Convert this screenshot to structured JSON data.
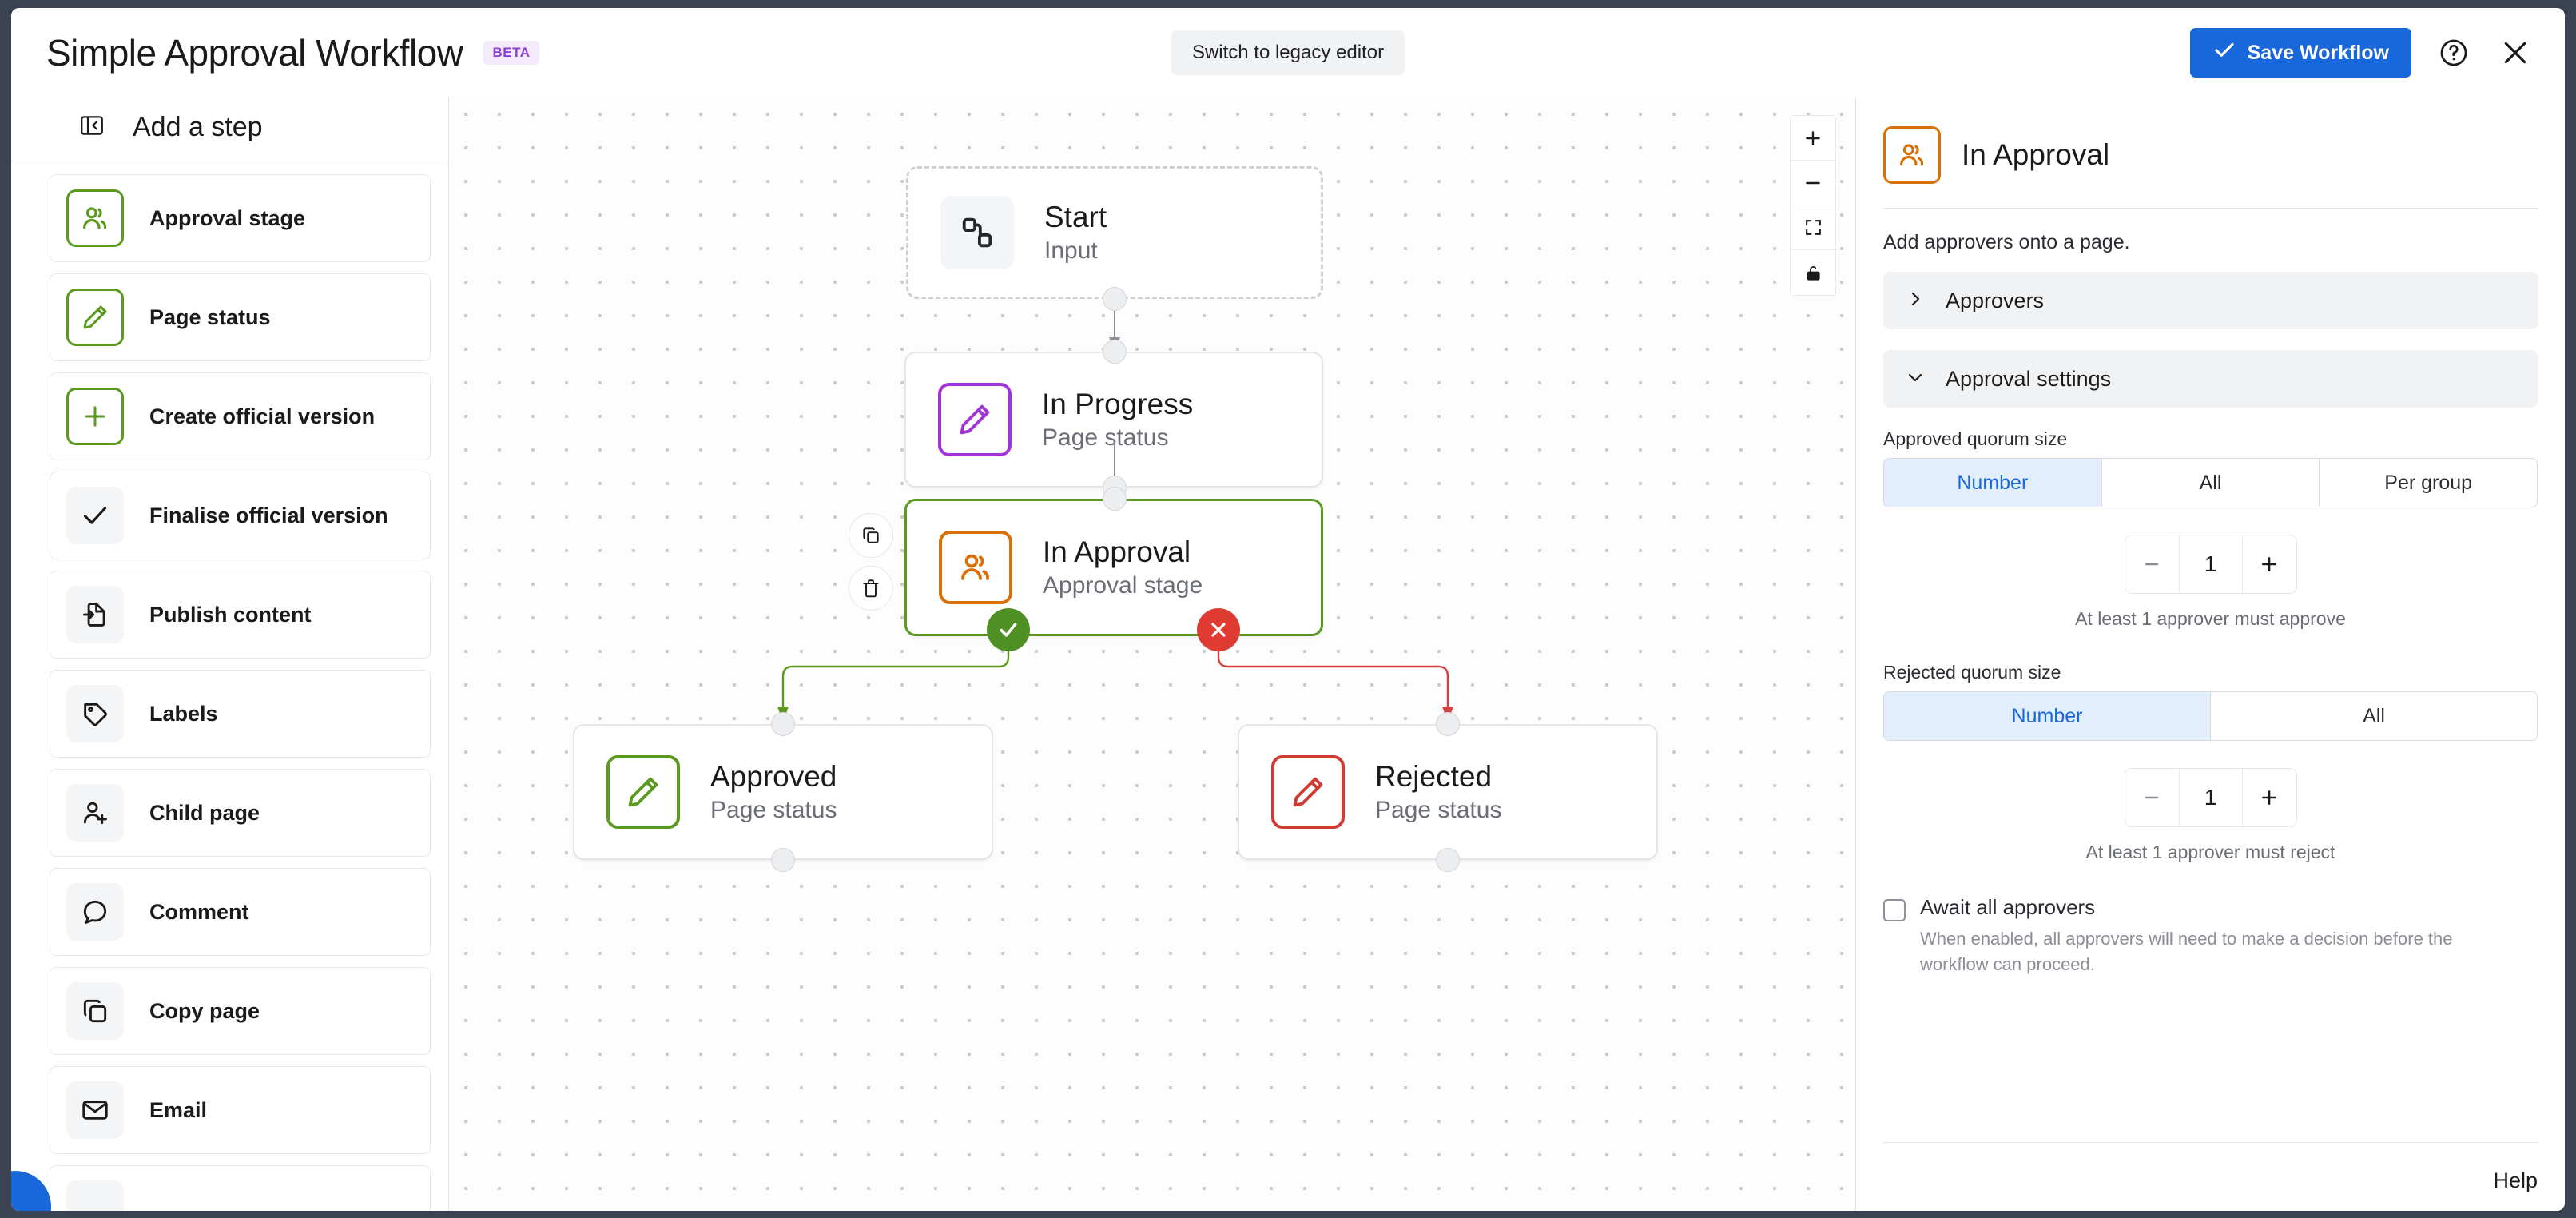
{
  "header": {
    "title": "Simple Approval Workflow",
    "badge": "BETA",
    "legacy_button": "Switch to legacy editor",
    "save_button": "Save Workflow",
    "help_icon": "question-circle-icon",
    "close_icon": "close-icon",
    "accent_blue": "#1868db"
  },
  "sidebar": {
    "heading": "Add a step",
    "collapse_icon": "panel-collapse-icon",
    "items": [
      {
        "label": "Approval stage",
        "icon": "approval-users-icon",
        "style": "green"
      },
      {
        "label": "Page status",
        "icon": "pencil-icon",
        "style": "green"
      },
      {
        "label": "Create official version",
        "icon": "plus-icon",
        "style": "green"
      },
      {
        "label": "Finalise official version",
        "icon": "check-icon",
        "style": "grey"
      },
      {
        "label": "Publish content",
        "icon": "publish-file-icon",
        "style": "grey"
      },
      {
        "label": "Labels",
        "icon": "tag-icon",
        "style": "grey"
      },
      {
        "label": "Child page",
        "icon": "person-plus-icon",
        "style": "grey"
      },
      {
        "label": "Comment",
        "icon": "comment-bubble-icon",
        "style": "grey"
      },
      {
        "label": "Copy page",
        "icon": "copy-icon",
        "style": "grey"
      },
      {
        "label": "Email",
        "icon": "envelope-icon",
        "style": "grey"
      }
    ]
  },
  "canvas": {
    "zoom_in_icon": "plus-icon",
    "zoom_out_icon": "minus-icon",
    "fit_view_icon": "fit-screen-icon",
    "lock_icon": "lock-icon",
    "node_tools": {
      "duplicate_icon": "duplicate-icon",
      "delete_icon": "trash-icon"
    },
    "nodes": [
      {
        "title": "Start",
        "subtitle": "Input",
        "icon": "flow-start-icon",
        "style": "dashed"
      },
      {
        "title": "In Progress",
        "subtitle": "Page status",
        "icon": "pencil-icon",
        "style": "purple"
      },
      {
        "title": "In Approval",
        "subtitle": "Approval stage",
        "icon": "approval-users-icon",
        "style": "orange",
        "selected": true
      },
      {
        "title": "Approved",
        "subtitle": "Page status",
        "icon": "pencil-icon",
        "style": "green"
      },
      {
        "title": "Rejected",
        "subtitle": "Page status",
        "icon": "pencil-icon",
        "style": "red"
      }
    ],
    "branch_approve_icon": "check-icon",
    "branch_reject_icon": "cross-icon"
  },
  "panel": {
    "title": "In Approval",
    "icon": "approval-users-icon",
    "description": "Add approvers onto a page.",
    "accordions": [
      {
        "label": "Approvers",
        "expanded": false,
        "chevron": "chevron-right-icon"
      },
      {
        "label": "Approval settings",
        "expanded": true,
        "chevron": "chevron-down-icon"
      }
    ],
    "approved_quorum": {
      "label": "Approved quorum size",
      "options": [
        "Number",
        "All",
        "Per group"
      ],
      "selected": "Number",
      "value": "1",
      "helper": "At least 1 approver must approve"
    },
    "rejected_quorum": {
      "label": "Rejected quorum size",
      "options": [
        "Number",
        "All"
      ],
      "selected": "Number",
      "value": "1",
      "helper": "At least 1 approver must reject"
    },
    "await_all": {
      "label": "Await all approvers",
      "checked": false,
      "description": "When enabled, all approvers will need to make a decision before the workflow can proceed."
    },
    "help_link": "Help"
  }
}
